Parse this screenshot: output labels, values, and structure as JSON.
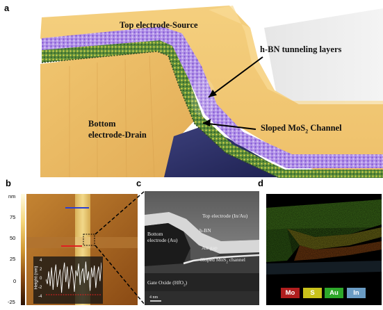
{
  "panels": {
    "a": {
      "letter": "a",
      "labels": {
        "top_electrode": "Top electrode-Source",
        "hbn": "h-BN tunneling layers",
        "bottom_line1": "Bottom",
        "bottom_line2": "electrode-Drain",
        "mos2_pre": "Sloped MoS",
        "mos2_sub": "2",
        "mos2_post": " Channel"
      }
    },
    "b": {
      "letter": "b",
      "colorbar_unit": "nm",
      "colorbar_ticks": [
        "75",
        "50",
        "25",
        "0",
        "-25"
      ],
      "inset": {
        "ylabel": "Height (nm)",
        "yticks": [
          "4",
          "2",
          "0",
          "-2",
          "-4"
        ],
        "profile": [
          0.2,
          -0.8,
          1.8,
          -1.2,
          2.6,
          -2.0,
          1.0,
          3.2,
          -1.4,
          0.6,
          2.2,
          -2.6,
          1.4,
          3.6,
          -0.4,
          2.8,
          -1.8,
          0.4,
          3.0,
          1.2,
          -2.4,
          2.0,
          0.8,
          3.4,
          -1.0,
          1.6,
          2.4,
          -0.6,
          3.8,
          0.0,
          1.8,
          -2.2,
          2.6,
          0.6,
          3.0,
          -1.6,
          1.2,
          2.8,
          -0.2,
          3.6
        ]
      }
    },
    "c": {
      "letter": "c",
      "labels": {
        "top": "Top electrode (In/Au)",
        "hbn": "h-BN",
        "bottom_line1": "Bottom",
        "bottom_line2": "electrode (Au)",
        "airgap": "Air gap",
        "mos2_pre": "Sloped MoS",
        "mos2_sub": "2",
        "mos2_post": " channel",
        "gate_pre": "Gate Oxide (HfO",
        "gate_sub": "2",
        "gate_post": ")",
        "scale": "4 nm"
      }
    },
    "d": {
      "letter": "d",
      "legend": [
        {
          "label": "Mo",
          "color": "#b01e1e"
        },
        {
          "label": "S",
          "color": "#c9c21b"
        },
        {
          "label": "Au",
          "color": "#2ea82a"
        },
        {
          "label": "In",
          "color": "#6a9cc4"
        }
      ]
    }
  }
}
